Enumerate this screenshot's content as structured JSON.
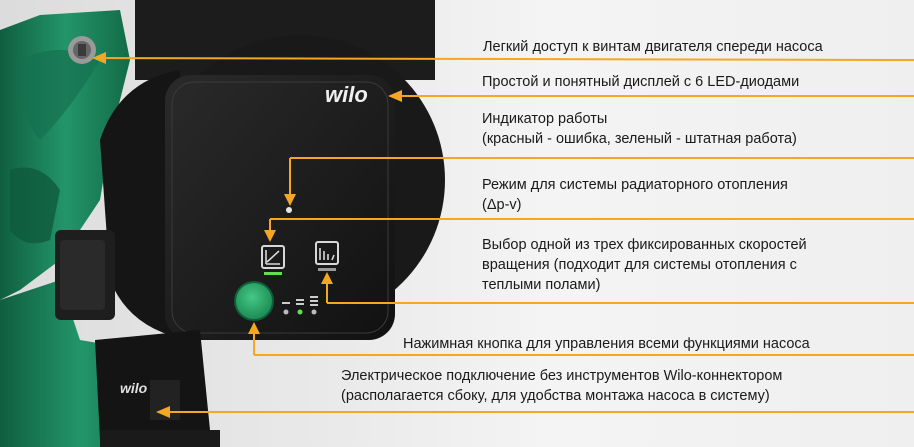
{
  "brand": {
    "front_logo": "wilo",
    "connector_logo": "wilo"
  },
  "colors": {
    "pump_green": "#1f8a62",
    "dark_housing": "#1e1e1e",
    "accent_orange": "#f5a623",
    "button_green": "#2ea86a",
    "led_green": "#5ee24a"
  },
  "icons": {
    "radiator_mode": "chart-dp-v-icon",
    "fixed_speed": "floor-heating-icon",
    "speed_indicator": "bars-icon"
  },
  "callouts": [
    {
      "lines": [
        "Легкий доступ к винтам двигателя спереди насоса"
      ]
    },
    {
      "lines": [
        "Простой и понятный дисплей с 6 LED-диодами"
      ]
    },
    {
      "lines": [
        "Индикатор работы",
        "(красный - ошибка, зеленый - штатная работа)"
      ]
    },
    {
      "lines": [
        "Режим для системы радиаторного отопления",
        "(Δp-v)"
      ]
    },
    {
      "lines": [
        "Выбор одной из трех фиксированных скоростей",
        "вращения (подходит для системы отопления с",
        "теплыми полами)"
      ]
    },
    {
      "lines": [
        "Нажимная кнопка для управления всеми функциями насоса"
      ]
    },
    {
      "lines": [
        "Электрическое подключение без инструментов Wilo-коннектором",
        "(располагается сбоку, для удобства монтажа насоса в систему)"
      ]
    }
  ]
}
